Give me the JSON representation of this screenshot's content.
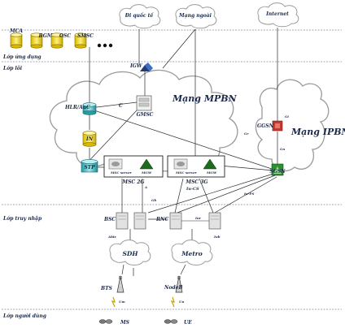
{
  "clouds_top": {
    "international": "Đi quốc tế",
    "other_network": "Mạng ngoài",
    "internet": "Internet"
  },
  "app_servers": [
    "MCA",
    "BGM",
    "OSC",
    "SMSC"
  ],
  "layers": {
    "application": "Lớp ứng dụng",
    "control": "Lớp lõi",
    "access": "Lớp truy nhập",
    "user": "Lớp người dùng"
  },
  "core": {
    "mpbn": "Mạng MPBN",
    "ipbn": "Mạng IPBN",
    "igw": "IGW",
    "gmsc": "GMSC",
    "hlr": "HLR/AuC",
    "in": "IN",
    "stp": "STP",
    "ggsn": "GGSN",
    "sgsn": "SGSN",
    "msc2g": "MSC 2G",
    "msc3g": "MSC 3G",
    "msc2g_server": "MSC server",
    "msc2g_mgw": "MGW",
    "msc3g_server": "MSC server",
    "msc3g_mgw": "MGW"
  },
  "access": {
    "bsc": "BSC",
    "rnc": "RNC",
    "sdh": "SDH",
    "metro": "Metro",
    "bts": "BTS",
    "nodeb": "NodeB",
    "abis": "Abis",
    "iub": "Iub",
    "iu_cs": "Iu-CS",
    "iu_ps": "Iu-PS",
    "gb": "Gb",
    "a": "A",
    "iur": "Iur"
  },
  "interfaces": {
    "c": "C",
    "gn": "Gn",
    "gr": "Gr",
    "gi": "Gi",
    "um": "Um",
    "uu": "Uu"
  },
  "users": {
    "ms": "MS",
    "ue": "UE"
  }
}
